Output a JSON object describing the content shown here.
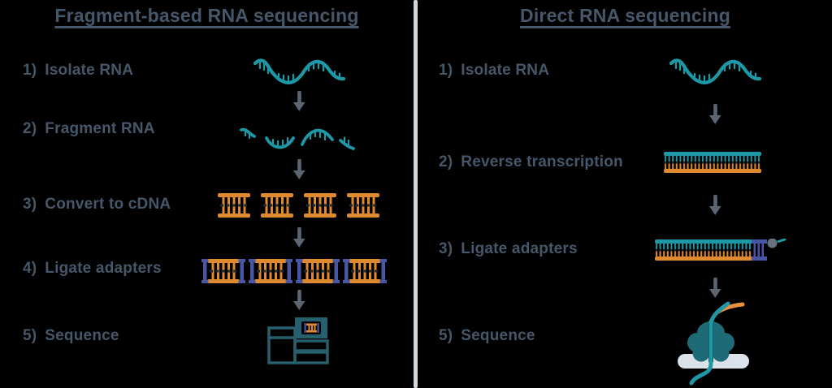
{
  "figure": {
    "type": "comparison-diagram",
    "background": "#000000"
  },
  "left_column": {
    "title": "Fragment-based RNA sequencing",
    "steps": [
      {
        "num": "1)",
        "label": "Isolate RNA",
        "icon": "rna-strand"
      },
      {
        "num": "2)",
        "label": "Fragment RNA",
        "icon": "rna-fragments"
      },
      {
        "num": "3)",
        "label": "Convert to cDNA",
        "icon": "cdna-ladders"
      },
      {
        "num": "4)",
        "label": "Ligate adapters",
        "icon": "cdna-with-adapters"
      },
      {
        "num": "5)",
        "label": "Sequence",
        "icon": "sequencer-machine"
      }
    ]
  },
  "right_column": {
    "title": "Direct RNA sequencing",
    "steps": [
      {
        "num": "1)",
        "label": "Isolate RNA",
        "icon": "rna-strand"
      },
      {
        "num": "2)",
        "label": "Reverse transcription",
        "icon": "rna-dna-duplex"
      },
      {
        "num": "3)",
        "label": "Ligate adapters",
        "icon": "duplex-with-adapter-and-motor"
      },
      {
        "num": "5)",
        "label": "Sequence",
        "icon": "nanopore-sequencing"
      }
    ]
  },
  "colors": {
    "background": "#000000",
    "text": "#46576a",
    "divider": "#cfd8de",
    "rna_teal": "#1d98a6",
    "dark_teal": "#265f6d",
    "cdna_orange": "#e08a30",
    "adapter_indigo": "#4956a3",
    "adapter_purple": "#4b55a5",
    "arrow_gray": "#5b6672",
    "membrane_gray": "#dbe2e9",
    "motor_gray": "#68737e"
  }
}
